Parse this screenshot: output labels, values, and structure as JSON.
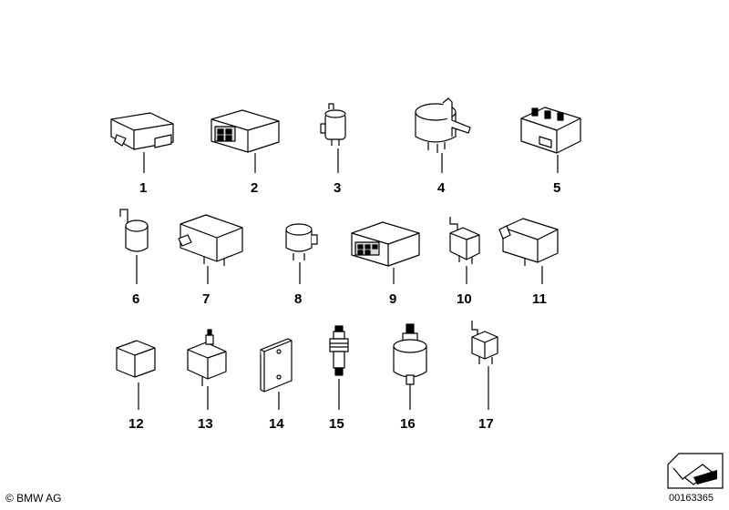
{
  "callouts": [
    "1",
    "2",
    "3",
    "4",
    "5",
    "6",
    "7",
    "8",
    "9",
    "10",
    "11",
    "12",
    "13",
    "14",
    "15",
    "16",
    "17"
  ],
  "footer": {
    "copyright": "© BMW AG",
    "document_number": "00163365"
  },
  "icons": {
    "corner": "page-fold-arrow-icon"
  }
}
